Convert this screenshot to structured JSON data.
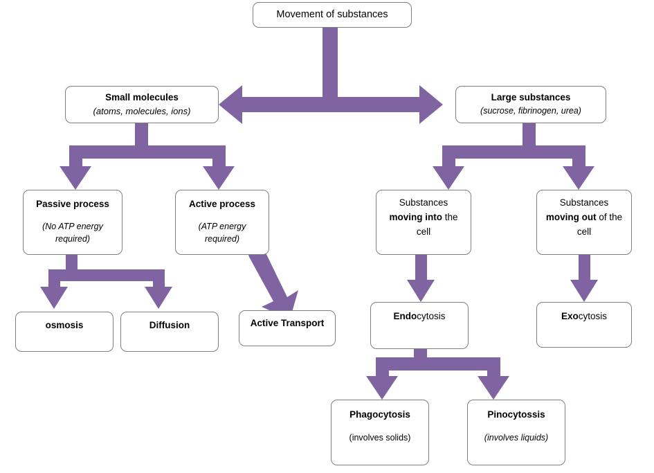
{
  "diagram": {
    "title": "Movement of substances",
    "accent_color": "#8064a2",
    "box_border_color": "#7f7f7f",
    "background_color": "#ffffff"
  },
  "nodes": {
    "root": {
      "line1": "Movement of substances"
    },
    "small_molecules": {
      "line1": "Small molecules",
      "line2": "(atoms, molecules,  ions)"
    },
    "large_substances": {
      "line1": "Large substances",
      "line2": "(sucrose, fibrinogen, urea)"
    },
    "passive_process": {
      "line1": "Passive process",
      "line2": "(No ATP energy",
      "line3": "required)"
    },
    "active_process": {
      "line1": "Active process",
      "line2": "(ATP energy",
      "line3": "required)"
    },
    "moving_into_cell": {
      "line1": "Substances",
      "line2_bold": "moving into",
      "line2_rest": " the",
      "line3": "cell"
    },
    "moving_out_cell": {
      "line1": "Substances",
      "line2_bold": "moving out",
      "line2_rest": " of the",
      "line3": "cell"
    },
    "osmosis": {
      "line1": "osmosis"
    },
    "diffusion": {
      "line1": "Diffusion"
    },
    "active_transport": {
      "line1": "Active Transport"
    },
    "endocytosis": {
      "prefix_bold": "Endo",
      "suffix": "cytosis"
    },
    "exocytosis": {
      "prefix_bold": "Exo",
      "suffix": "cytosis"
    },
    "phagocytosis": {
      "line1": "Phagocytosis",
      "line2": "(involves solids)"
    },
    "pinocytossis": {
      "line1": "Pinocytossis",
      "line2": "(involves liquids)"
    }
  },
  "connectors": [
    {
      "name": "root-to-split",
      "type": "vertical-stem"
    },
    {
      "name": "split-to-small-molecules",
      "type": "arrow-left"
    },
    {
      "name": "split-to-large-substances",
      "type": "arrow-right"
    },
    {
      "name": "small-molecules-branch",
      "type": "tee-two-down"
    },
    {
      "name": "large-substances-branch",
      "type": "tee-two-down"
    },
    {
      "name": "passive-branch",
      "type": "tee-two-down"
    },
    {
      "name": "active-to-active-transport",
      "type": "diagonal-arrow"
    },
    {
      "name": "into-cell-to-endocytosis",
      "type": "arrow-down"
    },
    {
      "name": "out-cell-to-exocytosis",
      "type": "arrow-down"
    },
    {
      "name": "endocytosis-branch",
      "type": "tee-two-down"
    }
  ]
}
